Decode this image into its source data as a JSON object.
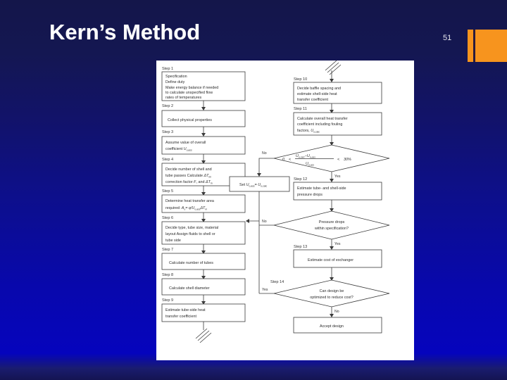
{
  "slide": {
    "title": "Kern’s Method",
    "page_number": "51",
    "accent_color": "#f7941e",
    "background_top_color": "#14164a",
    "background_bottom_color": "#0504bd"
  },
  "flowchart": {
    "title": "Kern's Method design procedure flowchart",
    "left_column": [
      {
        "step": "Step 1",
        "text": [
          "Specification",
          "Define duty",
          "Make energy balance if needed",
          "to calculate unspecified flow",
          "rates of temperatures"
        ]
      },
      {
        "step": "Step 2",
        "text": [
          "Collect physical properties"
        ]
      },
      {
        "step": "Step 3",
        "text": [
          "Assume value of overall",
          "coefficient U",
          "o,ass"
        ]
      },
      {
        "step": "Step 4",
        "text": [
          "Decide number of shell and",
          "tube passes Calculate",
          "correction factor"
        ]
      },
      {
        "step": "Step 5",
        "text": [
          "Determine heat transfer area",
          "required:"
        ]
      },
      {
        "step": "Step 6",
        "text": [
          "Decide type, tube size, material",
          "layout Assign fluids to shell or",
          "tube side"
        ]
      },
      {
        "step": "Step 7",
        "text": [
          "Calculate number of tubes"
        ]
      },
      {
        "step": "Step 8",
        "text": [
          "Calculate shell diameter"
        ]
      },
      {
        "step": "Step 9",
        "text": [
          "Estimate tube-side heat",
          "transfer coefficient"
        ]
      }
    ],
    "right_column": [
      {
        "step": "Step 10",
        "text": [
          "Decide baffle spacing and",
          "estimate shell-side heat",
          "transfer coefficient"
        ]
      },
      {
        "step": "Step 11",
        "text": [
          "Calculate overall heat transfer",
          "coefficient including fouling",
          "factors,"
        ]
      },
      {
        "step": "Step 12",
        "text": [
          "Estimate tube- and shell-side",
          "pressure drops"
        ]
      },
      {
        "step": "Step 13",
        "text": [
          "Estimate cost of exchanger"
        ]
      },
      {
        "step": "Step 14",
        "text": [
          "Can design be",
          "optimized to reduce cost?"
        ]
      }
    ],
    "decisions": [
      {
        "id": "coefficient-check",
        "text": "0 <  ( U o,calc − U o,ass ) / U o,ass  < 30%",
        "yes_label": "Yes",
        "no_label": "No"
      },
      {
        "id": "pressure-drop-check",
        "text": [
          "Pressure drops",
          "within specification?"
        ],
        "yes_label": "Yes",
        "no_label": "No"
      },
      {
        "id": "optimize-check",
        "text": [
          "Can design be",
          "optimized to reduce cost?"
        ],
        "yes_label": "Yes",
        "no_label": "No"
      }
    ],
    "terminal": {
      "text": "Accept design"
    },
    "loopback": {
      "text": "Set U o,ass = U o,calc",
      "label": "No"
    },
    "formulas": {
      "step3_coefficient": "U",
      "step3_sub": "o,ass",
      "step4_dtlm": "ΔT",
      "step4_sub1": "lm",
      "step4_f": "F",
      "step4_dtm": "ΔT",
      "step4_sub2": "m",
      "step5_area": "A",
      "step5_area_sub": "o",
      "step5_eq": "= q/U",
      "step5_u_sub": "o,ass",
      "step5_dt": "ΔT",
      "step5_dt_sub": "m",
      "step11_u": "U",
      "step11_sub": "o,calc",
      "diamond_zero": "0",
      "diamond_lt1": "<",
      "diamond_num_a": "U",
      "diamond_num_a_sub": "o,calc",
      "diamond_minus": "−",
      "diamond_num_b": "U",
      "diamond_num_b_sub": "o,ass",
      "diamond_den": "U",
      "diamond_den_sub": "o,ass",
      "diamond_lt2": "<",
      "diamond_pct": "30%",
      "loop_set": "Set",
      "loop_u1": "U",
      "loop_u1_sub": "o,ass",
      "loop_eq": "=",
      "loop_u2": "U",
      "loop_u2_sub": "o,calc"
    },
    "labels": {
      "yes": "Yes",
      "no": "No"
    }
  }
}
